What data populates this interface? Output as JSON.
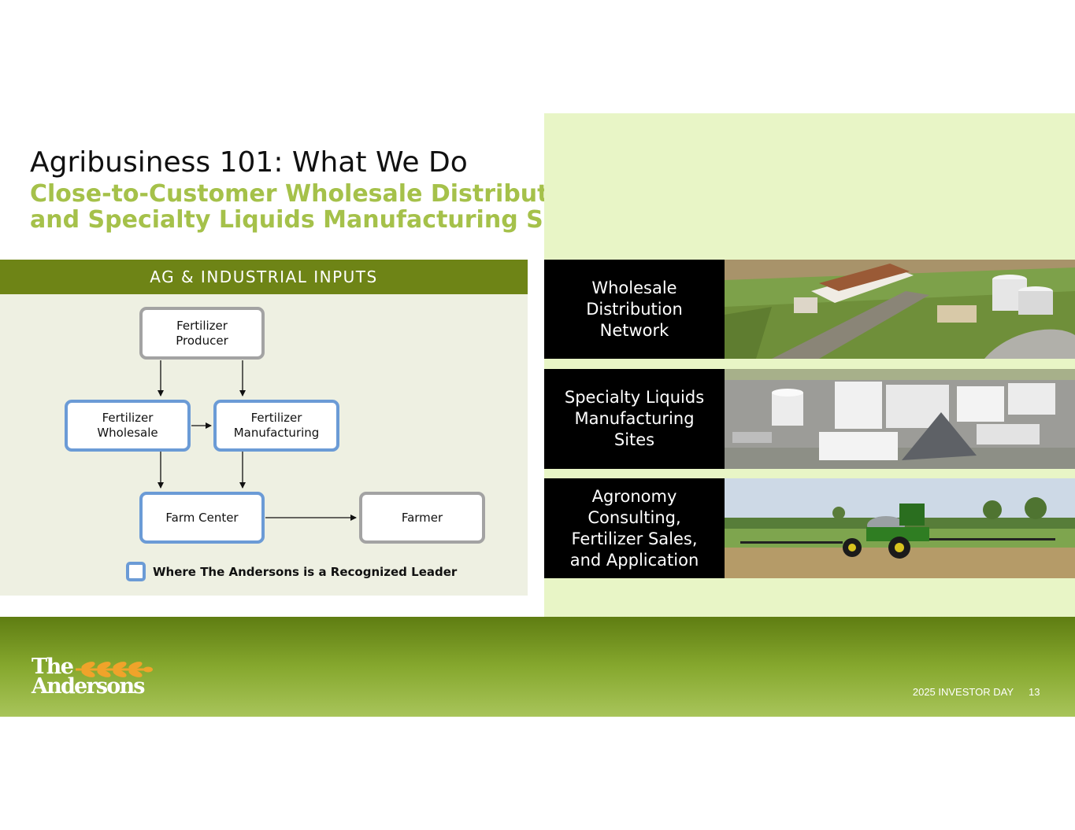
{
  "slide": {
    "title": "Agribusiness 101: What We Do",
    "subtitle_line1": "Close-to-Customer Wholesale Distribution",
    "subtitle_line2": "and Specialty Liquids Manufacturing Sites"
  },
  "diagram": {
    "header": "AG & INDUSTRIAL INPUTS",
    "nodes": {
      "producer": "Fertilizer\nProducer",
      "wholesale": "Fertilizer\nWholesale",
      "manufacturing": "Fertilizer\nManufacturing",
      "farm_center": "Farm Center",
      "farmer": "Farmer"
    },
    "legend": "Where The Andersons is a Recognized Leader"
  },
  "rows": [
    {
      "label": "Wholesale\nDistribution\nNetwork",
      "image": "aerial-distribution-facility"
    },
    {
      "label": "Specialty Liquids\nManufacturing\nSites",
      "image": "aerial-liquid-storage-tanks"
    },
    {
      "label": "Agronomy\nConsulting,\nFertilizer Sales,\nand Application",
      "image": "crop-sprayer-in-field"
    }
  ],
  "footer": {
    "logo_line1": "The",
    "logo_line2": "Andersons",
    "event": "2025 INVESTOR DAY",
    "page": "13"
  },
  "colors": {
    "accent_green": "#6e8416",
    "subtitle_green": "#a5c14a",
    "leader_blue": "#6b9bd6",
    "neutral_grey": "#a3a3a3",
    "panel_bg": "#eef0e2",
    "photo_bg": "#e8f5c6"
  }
}
